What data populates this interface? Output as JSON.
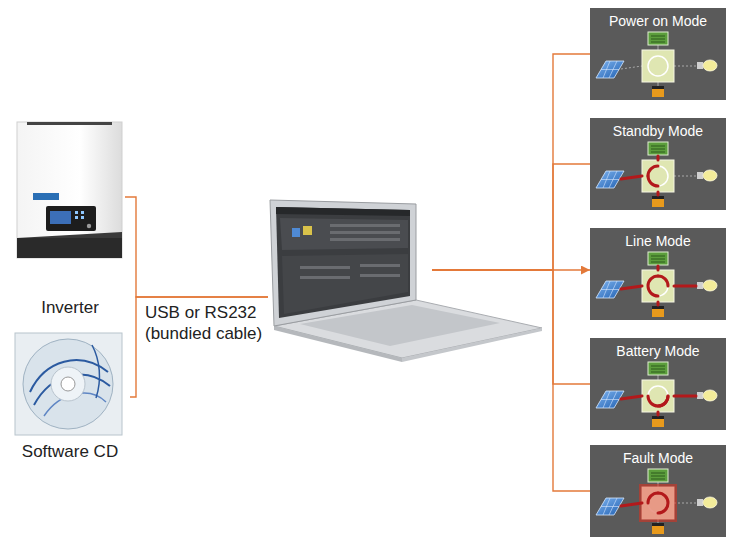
{
  "diagram": {
    "nodes": [
      {
        "text": [
          "Inverter"
        ]
      },
      {
        "text": [
          "Software CD"
        ]
      },
      {
        "text": []
      },
      {
        "text": [
          "Power on Mode"
        ]
      },
      {
        "text": [
          "Standby Mode"
        ]
      },
      {
        "text": [
          "Line Mode"
        ]
      },
      {
        "text": [
          "Battery Mode"
        ]
      },
      {
        "text": [
          "Fault Mode"
        ]
      }
    ],
    "edges": [
      {
        "from": 0,
        "to": 2,
        "arrow": "none"
      },
      {
        "from": 1,
        "to": 2,
        "arrow": "none"
      },
      {
        "from": 2,
        "to": 3,
        "arrow": "none"
      },
      {
        "from": 2,
        "to": 4,
        "arrow": "none"
      },
      {
        "from": 2,
        "to": 5,
        "arrow": "to"
      },
      {
        "from": 2,
        "to": 6,
        "arrow": "none"
      },
      {
        "from": 2,
        "to": 7,
        "arrow": "none"
      }
    ],
    "labels": [
      "USB or RS232 (bundied cable)"
    ]
  }
}
